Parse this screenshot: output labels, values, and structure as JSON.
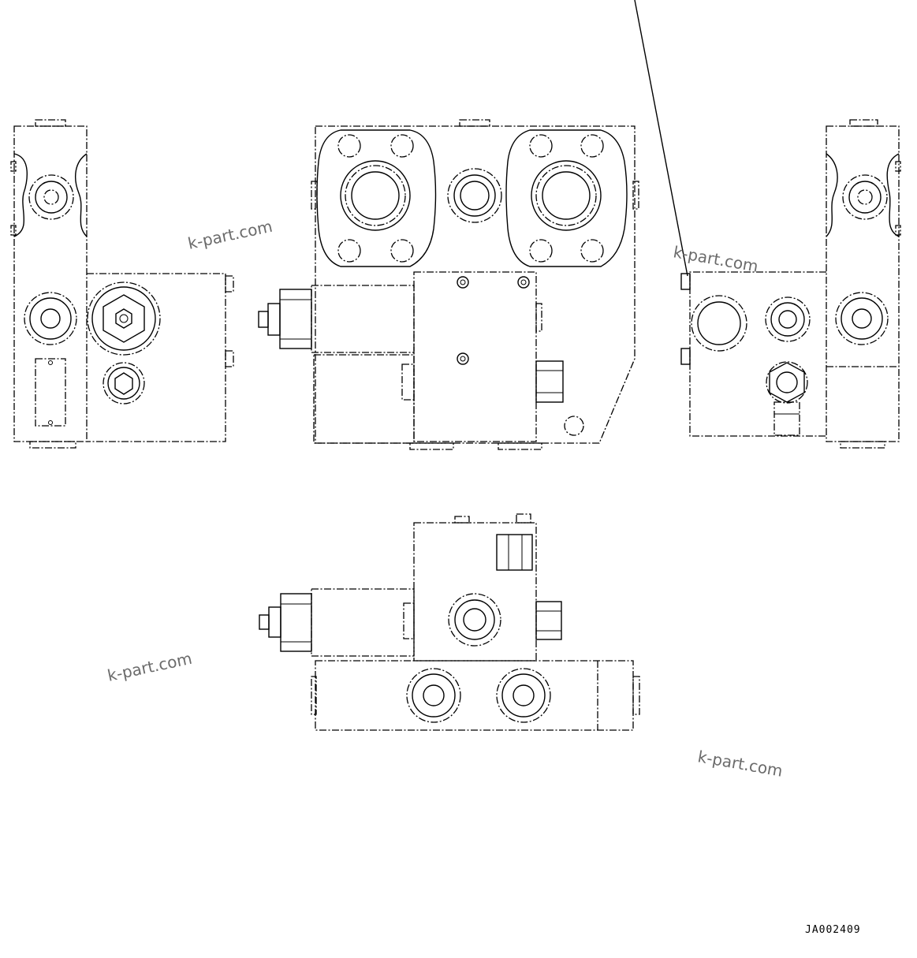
{
  "drawing": {
    "code": "JA002409",
    "watermarks": [
      "k-part.com",
      "k-part.com",
      "k-part.com",
      "k-part.com"
    ],
    "views": [
      {
        "name": "left-side-view"
      },
      {
        "name": "front-view"
      },
      {
        "name": "right-side-view"
      },
      {
        "name": "bottom-view"
      }
    ]
  },
  "colors": {
    "line": "#000000",
    "watermark": "#6b6b6b",
    "background": "#ffffff"
  }
}
